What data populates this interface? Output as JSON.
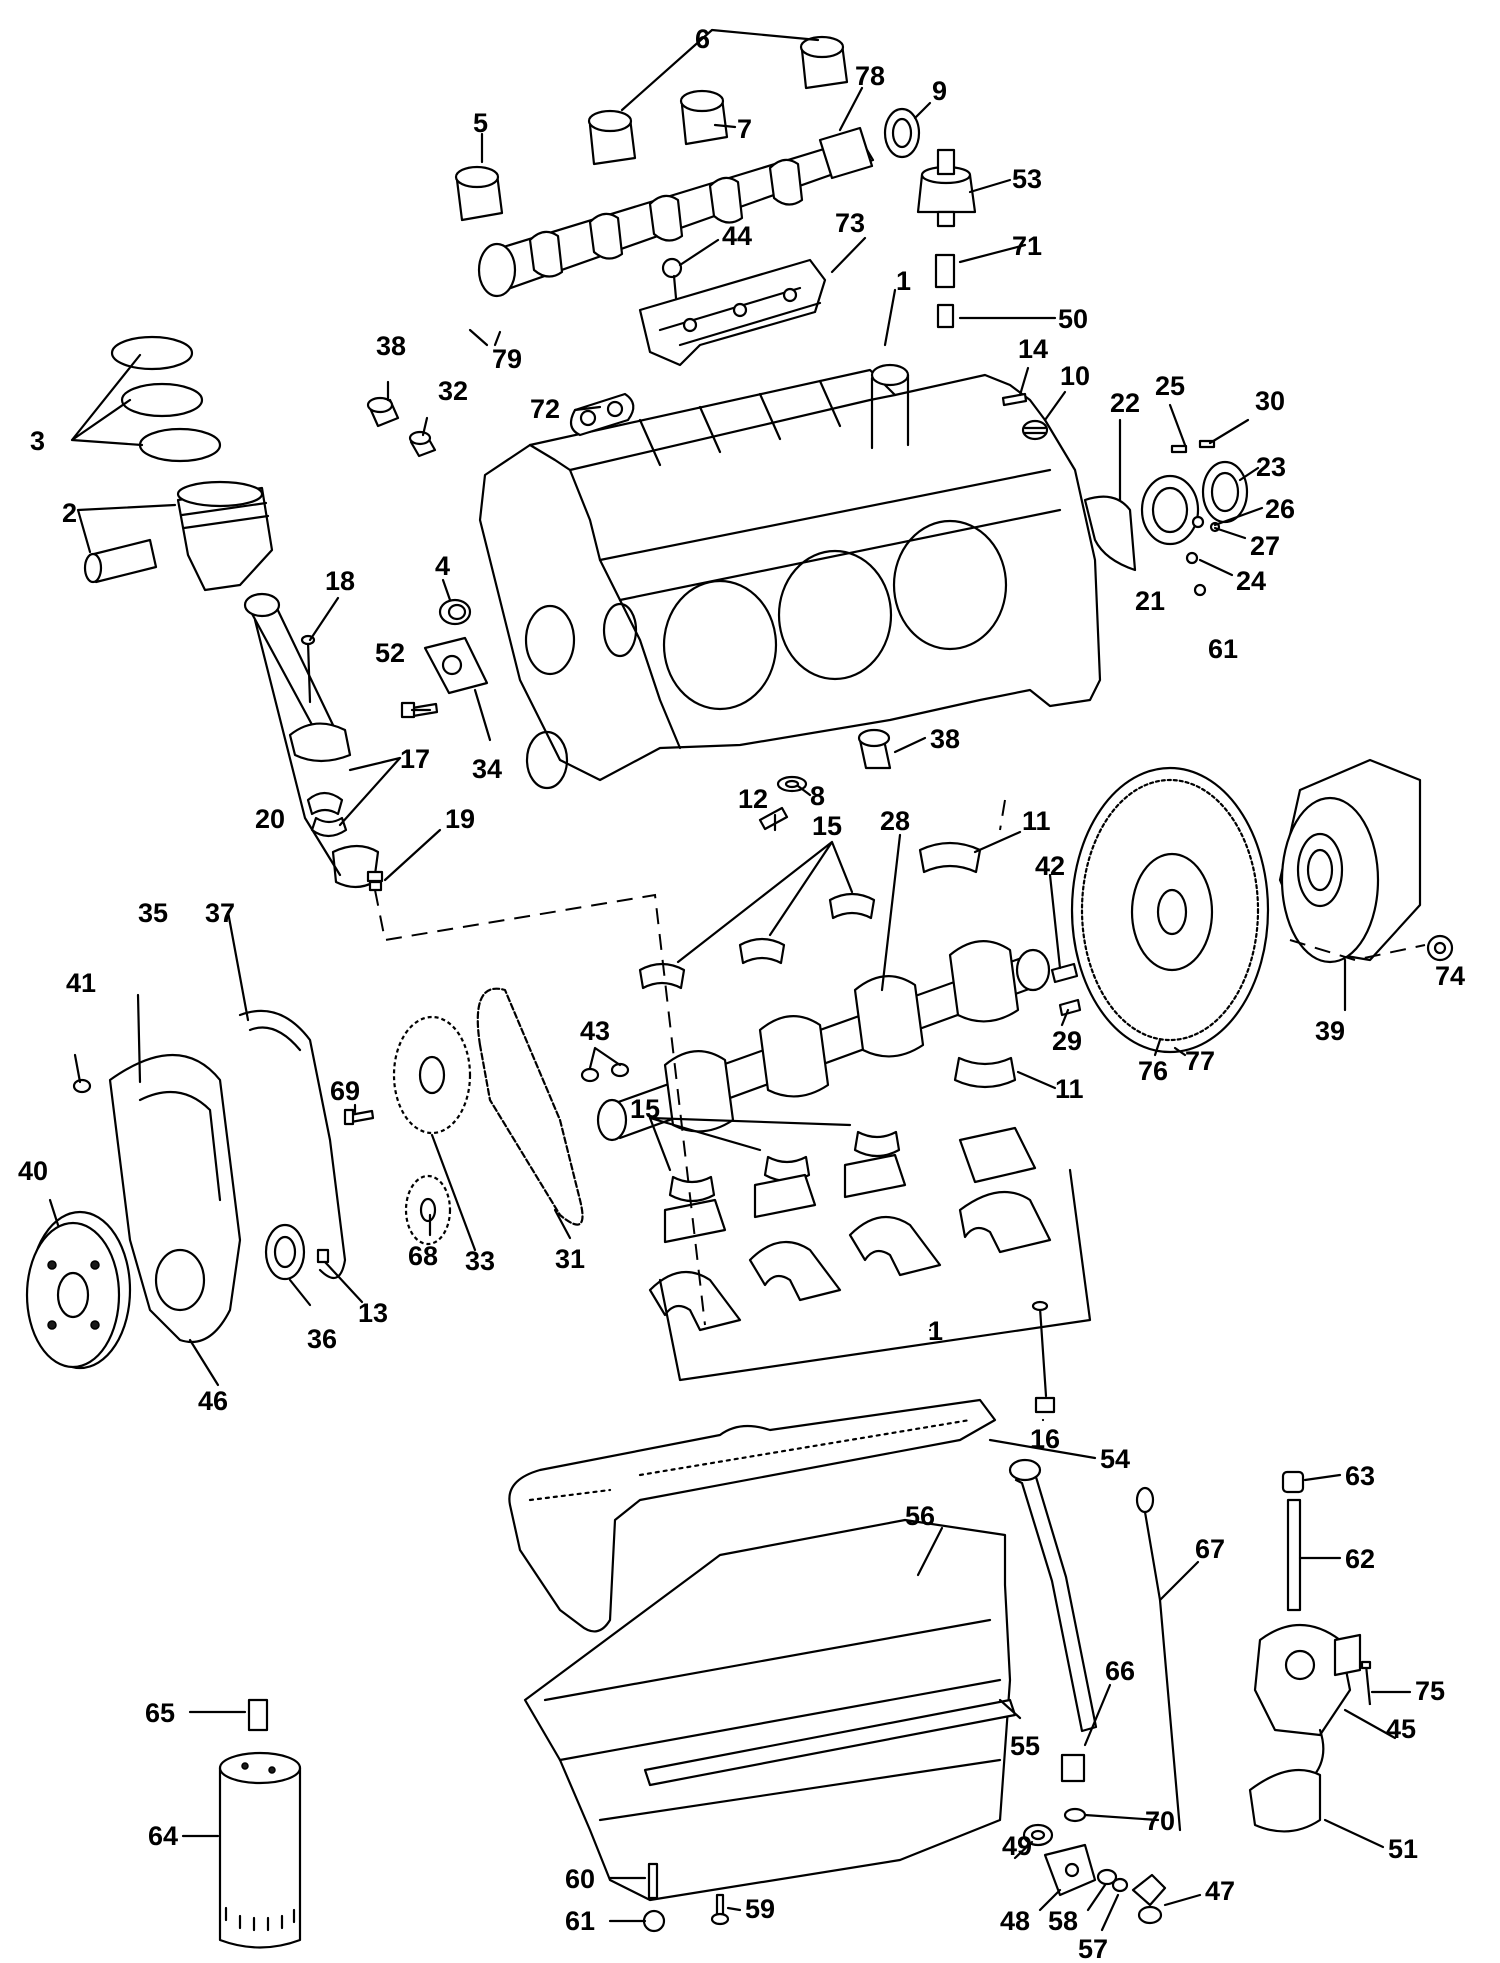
{
  "callouts": [
    {
      "id": "c1a",
      "label": "1"
    },
    {
      "id": "c1b",
      "label": "1"
    },
    {
      "id": "c2",
      "label": "2"
    },
    {
      "id": "c3",
      "label": "3"
    },
    {
      "id": "c4",
      "label": "4"
    },
    {
      "id": "c5",
      "label": "5"
    },
    {
      "id": "c6",
      "label": "6"
    },
    {
      "id": "c7",
      "label": "7"
    },
    {
      "id": "c8",
      "label": "8"
    },
    {
      "id": "c9",
      "label": "9"
    },
    {
      "id": "c10",
      "label": "10"
    },
    {
      "id": "c11a",
      "label": "11"
    },
    {
      "id": "c11b",
      "label": "11"
    },
    {
      "id": "c12",
      "label": "12"
    },
    {
      "id": "c13",
      "label": "13"
    },
    {
      "id": "c14",
      "label": "14"
    },
    {
      "id": "c15a",
      "label": "15"
    },
    {
      "id": "c15b",
      "label": "15"
    },
    {
      "id": "c16",
      "label": "16"
    },
    {
      "id": "c17",
      "label": "17"
    },
    {
      "id": "c18",
      "label": "18"
    },
    {
      "id": "c19",
      "label": "19"
    },
    {
      "id": "c20",
      "label": "20"
    },
    {
      "id": "c21",
      "label": "21"
    },
    {
      "id": "c22",
      "label": "22"
    },
    {
      "id": "c23",
      "label": "23"
    },
    {
      "id": "c24",
      "label": "24"
    },
    {
      "id": "c25",
      "label": "25"
    },
    {
      "id": "c26",
      "label": "26"
    },
    {
      "id": "c27",
      "label": "27"
    },
    {
      "id": "c28",
      "label": "28"
    },
    {
      "id": "c29",
      "label": "29"
    },
    {
      "id": "c30",
      "label": "30"
    },
    {
      "id": "c31",
      "label": "31"
    },
    {
      "id": "c32",
      "label": "32"
    },
    {
      "id": "c33",
      "label": "33"
    },
    {
      "id": "c34",
      "label": "34"
    },
    {
      "id": "c35",
      "label": "35"
    },
    {
      "id": "c36",
      "label": "36"
    },
    {
      "id": "c37",
      "label": "37"
    },
    {
      "id": "c38a",
      "label": "38"
    },
    {
      "id": "c38b",
      "label": "38"
    },
    {
      "id": "c39",
      "label": "39"
    },
    {
      "id": "c40",
      "label": "40"
    },
    {
      "id": "c41",
      "label": "41"
    },
    {
      "id": "c42",
      "label": "42"
    },
    {
      "id": "c43",
      "label": "43"
    },
    {
      "id": "c44",
      "label": "44"
    },
    {
      "id": "c45",
      "label": "45"
    },
    {
      "id": "c46",
      "label": "46"
    },
    {
      "id": "c47",
      "label": "47"
    },
    {
      "id": "c48",
      "label": "48"
    },
    {
      "id": "c49",
      "label": "49"
    },
    {
      "id": "c50",
      "label": "50"
    },
    {
      "id": "c51",
      "label": "51"
    },
    {
      "id": "c52",
      "label": "52"
    },
    {
      "id": "c53",
      "label": "53"
    },
    {
      "id": "c54",
      "label": "54"
    },
    {
      "id": "c55",
      "label": "55"
    },
    {
      "id": "c56",
      "label": "56"
    },
    {
      "id": "c57",
      "label": "57"
    },
    {
      "id": "c58",
      "label": "58"
    },
    {
      "id": "c59",
      "label": "59"
    },
    {
      "id": "c60",
      "label": "60"
    },
    {
      "id": "c61a",
      "label": "61"
    },
    {
      "id": "c61b",
      "label": "61"
    },
    {
      "id": "c62",
      "label": "62"
    },
    {
      "id": "c63",
      "label": "63"
    },
    {
      "id": "c64",
      "label": "64"
    },
    {
      "id": "c65",
      "label": "65"
    },
    {
      "id": "c66",
      "label": "66"
    },
    {
      "id": "c67",
      "label": "67"
    },
    {
      "id": "c68",
      "label": "68"
    },
    {
      "id": "c69",
      "label": "69"
    },
    {
      "id": "c70",
      "label": "70"
    },
    {
      "id": "c71",
      "label": "71"
    },
    {
      "id": "c72",
      "label": "72"
    },
    {
      "id": "c73",
      "label": "73"
    },
    {
      "id": "c74",
      "label": "74"
    },
    {
      "id": "c75",
      "label": "75"
    },
    {
      "id": "c76",
      "label": "76"
    },
    {
      "id": "c77",
      "label": "77"
    },
    {
      "id": "c78",
      "label": "78"
    },
    {
      "id": "c79",
      "label": "79"
    }
  ]
}
